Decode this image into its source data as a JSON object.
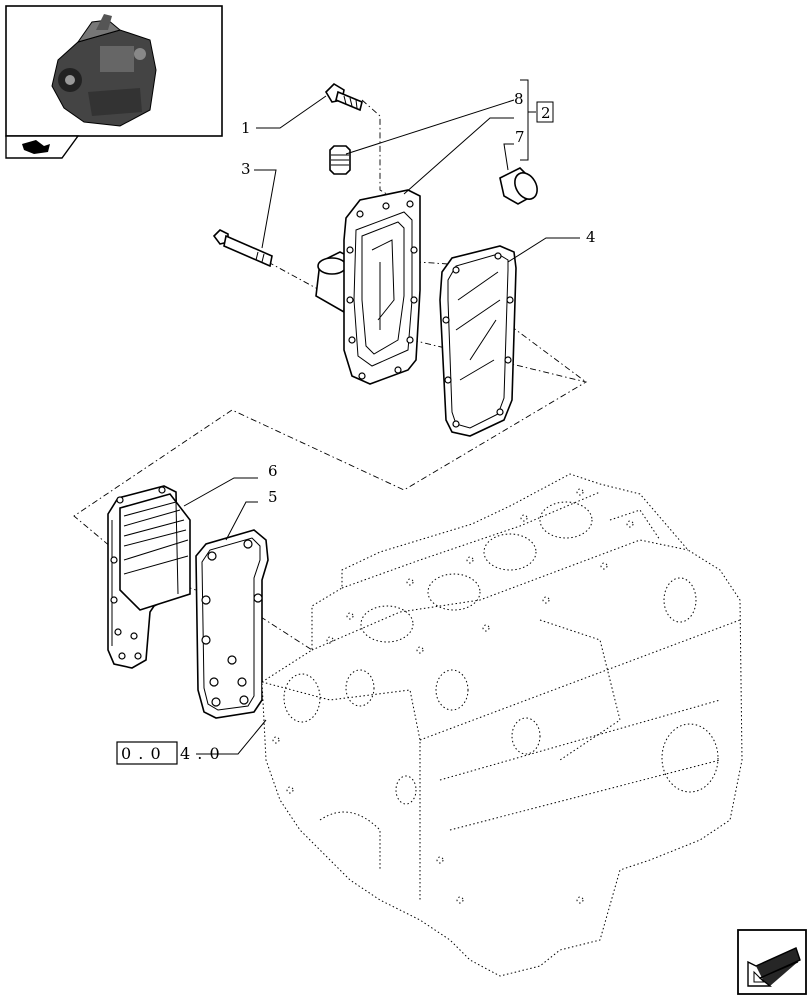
{
  "callouts": {
    "c1": "1",
    "c2": "2",
    "c3": "3",
    "c4": "4",
    "c5": "5",
    "c6": "6",
    "c7": "7",
    "c8": "8"
  },
  "reference": {
    "boxed": "0 . 0",
    "rest": "4 . 0"
  },
  "icons": {
    "thumbnail": "engine-thumbnail-icon",
    "thumb_nav": "previous-page-arrow-icon",
    "corner_nav": "next-page-arrow-icon"
  }
}
